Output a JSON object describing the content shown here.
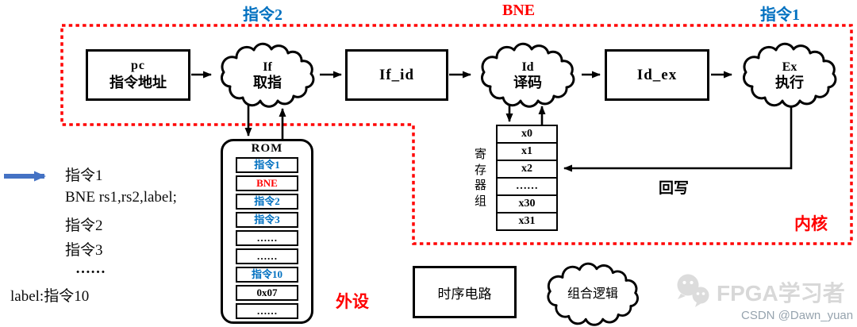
{
  "colors": {
    "blue": "#0070C0",
    "red": "#FF0000",
    "arrow_blue": "#4472C4",
    "black": "#000000"
  },
  "top_labels": {
    "instr2": "指令2",
    "bne": "BNE",
    "instr1": "指令1"
  },
  "zones": {
    "kernel": "内核",
    "peripheral": "外设"
  },
  "pipeline": {
    "pc": {
      "line1": "pc",
      "line2": "指令地址"
    },
    "if": {
      "line1": "If",
      "line2": "取指"
    },
    "if_id": "If_id",
    "id": {
      "line1": "Id",
      "line2": "译码"
    },
    "id_ex": "Id_ex",
    "ex": {
      "line1": "Ex",
      "line2": "执行"
    }
  },
  "writeback_label": "回写",
  "program": {
    "lines": [
      "指令1",
      "BNE rs1,rs2,label;",
      "指令2",
      "指令3",
      "……",
      "label:指令10"
    ]
  },
  "rom": {
    "title": "ROM",
    "rows": [
      {
        "text": "指令1",
        "color": "#0070C0"
      },
      {
        "text": "BNE",
        "color": "#FF0000"
      },
      {
        "text": "指令2",
        "color": "#0070C0"
      },
      {
        "text": "指令3",
        "color": "#0070C0"
      },
      {
        "text": "……",
        "color": "#000000"
      },
      {
        "text": "……",
        "color": "#000000"
      },
      {
        "text": "指令10",
        "color": "#0070C0"
      },
      {
        "text": "0x07",
        "color": "#000000"
      },
      {
        "text": "……",
        "color": "#000000"
      }
    ]
  },
  "registers": {
    "label": "寄存器组",
    "rows": [
      "x0",
      "x1",
      "x2",
      "……",
      "x30",
      "x31"
    ]
  },
  "legend": {
    "sequential": "时序电路",
    "combinational": "组合逻辑"
  },
  "watermark": {
    "brand": "FPGA学习者",
    "credit": "CSDN @Dawn_yuan"
  }
}
